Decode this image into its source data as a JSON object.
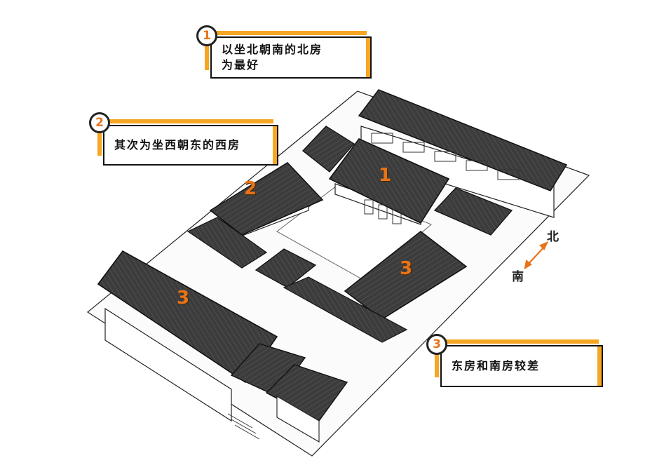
{
  "callouts": [
    {
      "number": "1",
      "lines": [
        "以坐北朝南的北房",
        "为最好"
      ]
    },
    {
      "number": "2",
      "lines": [
        "其次为坐西朝东的西房"
      ]
    },
    {
      "number": "3",
      "lines": [
        "东房和南房较差"
      ]
    }
  ],
  "roof_labels": [
    "1",
    "2",
    "3",
    "3"
  ],
  "compass": {
    "north": "北",
    "south": "南"
  },
  "colors": {
    "accent": "#f5a623",
    "number": "#e8741a",
    "roof": "#3a3a3a",
    "wall": "#ffffff",
    "outline": "#111111"
  }
}
